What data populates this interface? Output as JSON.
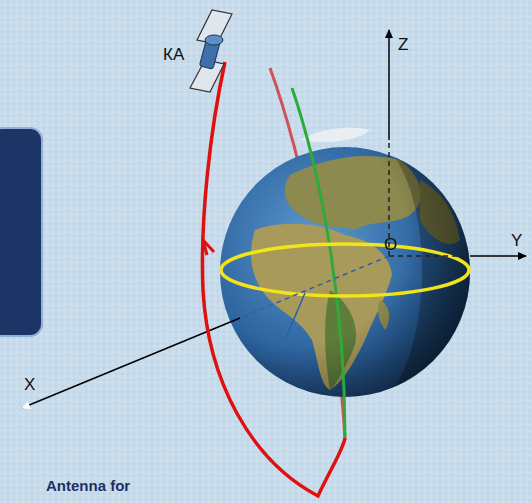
{
  "diagram": {
    "labels": [
      "КА",
      "Z",
      "O",
      "Y",
      "X",
      "Antenna for"
    ]
  }
}
